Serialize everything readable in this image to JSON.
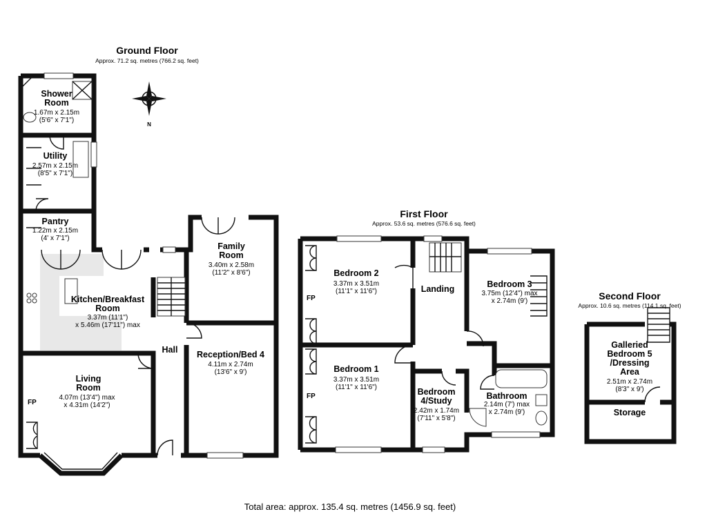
{
  "floors": {
    "ground": {
      "title": "Ground Floor",
      "area": "Approx. 71.2 sq. metres (766.2 sq. feet)"
    },
    "first": {
      "title": "First Floor",
      "area": "Approx. 53.6 sq. metres (576.6 sq. feet)"
    },
    "second": {
      "title": "Second Floor",
      "area": "Approx. 10.6 sq. metres (114.1 sq. feet)"
    }
  },
  "compass_label": "N",
  "fireplace_label": "FP",
  "rooms": {
    "shower": {
      "name": [
        "Shower",
        "Room"
      ],
      "dims": [
        "1.67m x 2.15m",
        "(5'6\" x 7'1\")"
      ]
    },
    "utility": {
      "name": [
        "Utility"
      ],
      "dims": [
        "2.57m x 2.15m",
        "(8'5\" x 7'1\")"
      ]
    },
    "pantry": {
      "name": [
        "Pantry"
      ],
      "dims": [
        "1.22m x 2.15m",
        "(4' x 7'1\")"
      ]
    },
    "kitchen": {
      "name": [
        "Kitchen/Breakfast",
        "Room"
      ],
      "dims": [
        "3.37m (11'1\")",
        "x 5.46m (17'11\") max"
      ]
    },
    "family": {
      "name": [
        "Family",
        "Room"
      ],
      "dims": [
        "3.40m x 2.58m",
        "(11'2\" x 8'6\")"
      ]
    },
    "hall": {
      "name": [
        "Hall"
      ],
      "dims": []
    },
    "reception": {
      "name": [
        "Reception/Bed 4"
      ],
      "dims": [
        "4.11m x 2.74m",
        "(13'6\" x 9')"
      ]
    },
    "living": {
      "name": [
        "Living",
        "Room"
      ],
      "dims": [
        "4.07m (13'4\") max",
        "x 4.31m (14'2\")"
      ]
    },
    "bedroom2": {
      "name": [
        "Bedroom 2"
      ],
      "dims": [
        "3.37m x 3.51m",
        "(11'1\" x 11'6\")"
      ]
    },
    "landing": {
      "name": [
        "Landing"
      ],
      "dims": []
    },
    "bedroom3": {
      "name": [
        "Bedroom 3"
      ],
      "dims": [
        "3.75m (12'4\") max",
        "x 2.74m (9')"
      ]
    },
    "bedroom1": {
      "name": [
        "Bedroom 1"
      ],
      "dims": [
        "3.37m x 3.51m",
        "(11'1\" x 11'6\")"
      ]
    },
    "bedroom4": {
      "name": [
        "Bedroom",
        "4/Study"
      ],
      "dims": [
        "2.42m x 1.74m",
        "(7'11\" x 5'8\")"
      ]
    },
    "bathroom": {
      "name": [
        "Bathroom"
      ],
      "dims": [
        "2.14m (7') max",
        "x 2.74m (9')"
      ]
    },
    "bedroom5": {
      "name": [
        "Galleried",
        "Bedroom 5",
        "/Dressing",
        "Area"
      ],
      "dims": [
        "2.51m x 2.74m",
        "(8'3\" x 9')"
      ]
    },
    "storage": {
      "name": [
        "Storage"
      ],
      "dims": []
    }
  },
  "total": "Total area: approx. 135.4 sq. metres (1456.9 sq. feet)"
}
